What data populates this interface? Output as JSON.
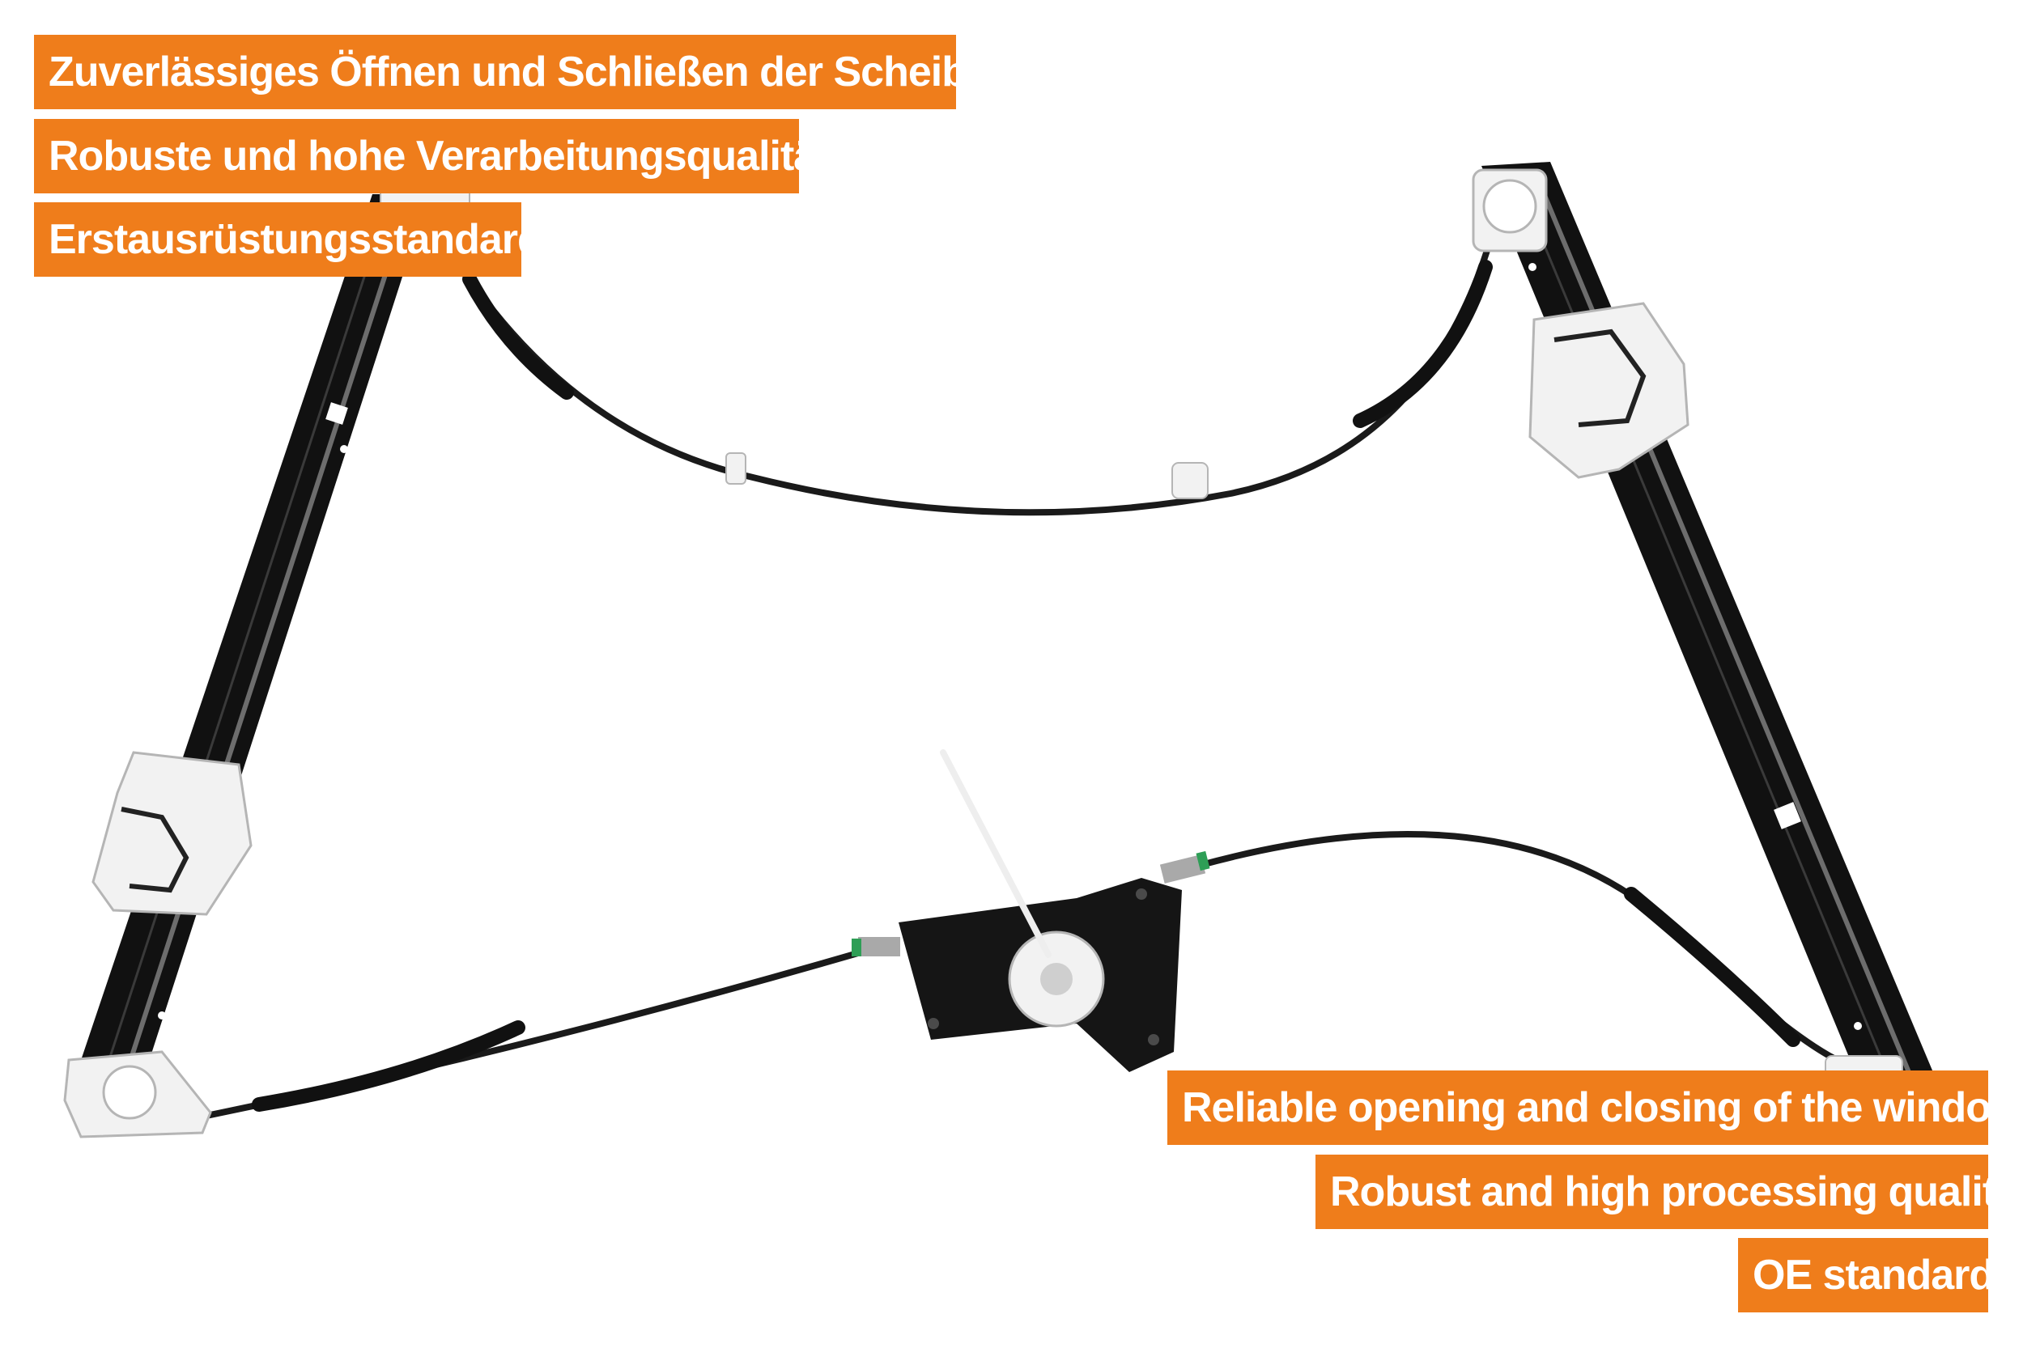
{
  "labels_de": [
    "Zuverlässiges Öffnen und Schließen der Scheibe",
    "Robuste und hohe Verarbeitungsqualität",
    "Erstausrüstungsstandard"
  ],
  "labels_en": [
    "Reliable opening and closing of the window",
    "Robust and high processing quality",
    "OE standard"
  ],
  "colors": {
    "label_background": "#ef7d1b",
    "label_text": "#ffffff",
    "rail": "#111111",
    "plastic_parts": "#f2f2f2",
    "cable": "#1a1a1a",
    "spring_accent": "#2e9e56"
  }
}
